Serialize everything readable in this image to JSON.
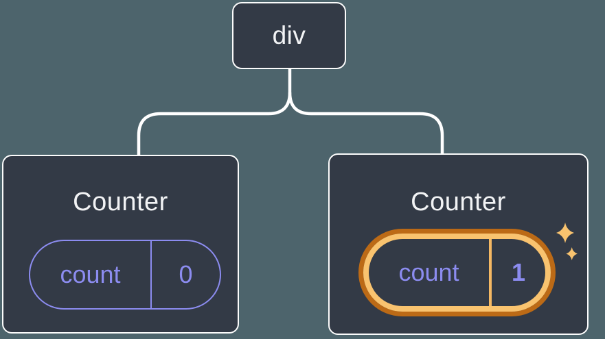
{
  "diagram": {
    "description": "React component tree: a div parent with two Counter children; the second Counter's state pill is highlighted",
    "root": {
      "label": "div"
    },
    "children": [
      {
        "title": "Counter",
        "state": {
          "name": "count",
          "value": "0"
        },
        "highlighted": false
      },
      {
        "title": "Counter",
        "state": {
          "name": "count",
          "value": "1"
        },
        "highlighted": true
      }
    ],
    "icons": {
      "sparkles": "sparkles-icon"
    },
    "colors": {
      "background": "#4d646c",
      "node_fill": "#333a46",
      "node_border": "#fcfcfc",
      "connector_line": "#ffffff",
      "title_text": "#f2f3f5",
      "state_purple": "#8c8cf0",
      "highlight_orange_dark": "#bc6a16",
      "highlight_orange_light": "#f9c36f",
      "sparkle": "#f9c36f"
    }
  }
}
